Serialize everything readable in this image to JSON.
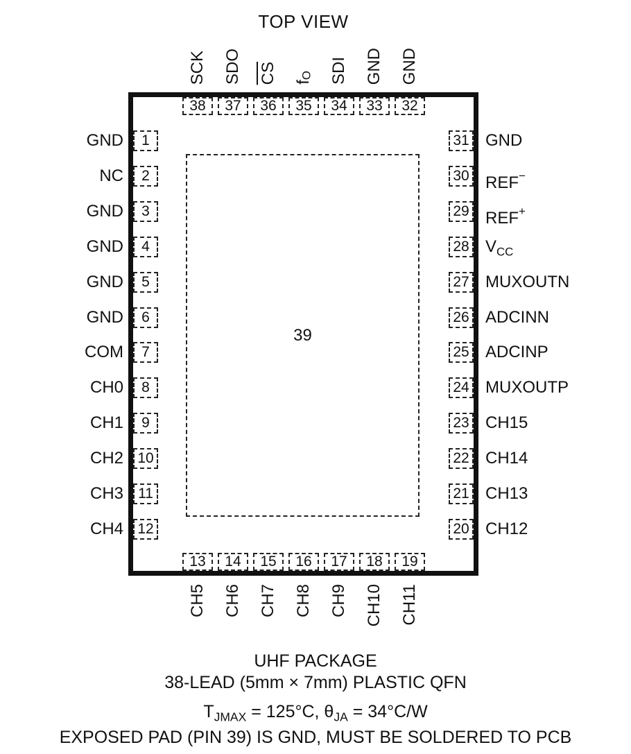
{
  "title": "TOP VIEW",
  "package": {
    "center_pin": {
      "num": "39"
    },
    "pins": {
      "top": [
        {
          "num": "38",
          "label": {
            "text": "SCK"
          }
        },
        {
          "num": "37",
          "label": {
            "text": "SDO"
          }
        },
        {
          "num": "36",
          "label": {
            "over": "CS"
          }
        },
        {
          "num": "35",
          "label": {
            "text": "f",
            "sub": "O"
          }
        },
        {
          "num": "34",
          "label": {
            "text": "SDI"
          }
        },
        {
          "num": "33",
          "label": {
            "text": "GND"
          }
        },
        {
          "num": "32",
          "label": {
            "text": "GND"
          }
        }
      ],
      "left": [
        {
          "num": "1",
          "label": {
            "text": "GND"
          }
        },
        {
          "num": "2",
          "label": {
            "text": "NC"
          }
        },
        {
          "num": "3",
          "label": {
            "text": "GND"
          }
        },
        {
          "num": "4",
          "label": {
            "text": "GND"
          }
        },
        {
          "num": "5",
          "label": {
            "text": "GND"
          }
        },
        {
          "num": "6",
          "label": {
            "text": "GND"
          }
        },
        {
          "num": "7",
          "label": {
            "text": "COM"
          }
        },
        {
          "num": "8",
          "label": {
            "text": "CH0"
          }
        },
        {
          "num": "9",
          "label": {
            "text": "CH1"
          }
        },
        {
          "num": "10",
          "label": {
            "text": "CH2"
          }
        },
        {
          "num": "11",
          "label": {
            "text": "CH3"
          }
        },
        {
          "num": "12",
          "label": {
            "text": "CH4"
          }
        }
      ],
      "right": [
        {
          "num": "31",
          "label": {
            "text": "GND"
          }
        },
        {
          "num": "30",
          "label": {
            "text": "REF",
            "sup": "−"
          }
        },
        {
          "num": "29",
          "label": {
            "text": "REF",
            "sup": "+"
          }
        },
        {
          "num": "28",
          "label": {
            "text": "V",
            "sub": "CC"
          }
        },
        {
          "num": "27",
          "label": {
            "text": "MUXOUTN"
          }
        },
        {
          "num": "26",
          "label": {
            "text": "ADCINN"
          }
        },
        {
          "num": "25",
          "label": {
            "text": "ADCINP"
          }
        },
        {
          "num": "24",
          "label": {
            "text": "MUXOUTP"
          }
        },
        {
          "num": "23",
          "label": {
            "text": "CH15"
          }
        },
        {
          "num": "22",
          "label": {
            "text": "CH14"
          }
        },
        {
          "num": "21",
          "label": {
            "text": "CH13"
          }
        },
        {
          "num": "20",
          "label": {
            "text": "CH12"
          }
        }
      ],
      "bottom": [
        {
          "num": "13",
          "label": {
            "text": "CH5"
          }
        },
        {
          "num": "14",
          "label": {
            "text": "CH6"
          }
        },
        {
          "num": "15",
          "label": {
            "text": "CH7"
          }
        },
        {
          "num": "16",
          "label": {
            "text": "CH8"
          }
        },
        {
          "num": "17",
          "label": {
            "text": "CH9"
          }
        },
        {
          "num": "18",
          "label": {
            "text": "CH10"
          }
        },
        {
          "num": "19",
          "label": {
            "text": "CH11"
          }
        }
      ]
    }
  },
  "footer": {
    "package_name": "UHF PACKAGE",
    "package_desc": "38-LEAD (5mm × 7mm) PLASTIC QFN",
    "thermal": [
      {
        "t": "T"
      },
      {
        "sub": "JMAX"
      },
      {
        "t": " = 125°C, θ"
      },
      {
        "sub": "JA"
      },
      {
        "t": " = 34°C/W"
      }
    ],
    "note": "EXPOSED PAD (PIN 39) IS GND, MUST BE SOLDERED TO PCB"
  },
  "colors": {
    "line": "#111111",
    "text": "#111111",
    "background": "#ffffff"
  }
}
